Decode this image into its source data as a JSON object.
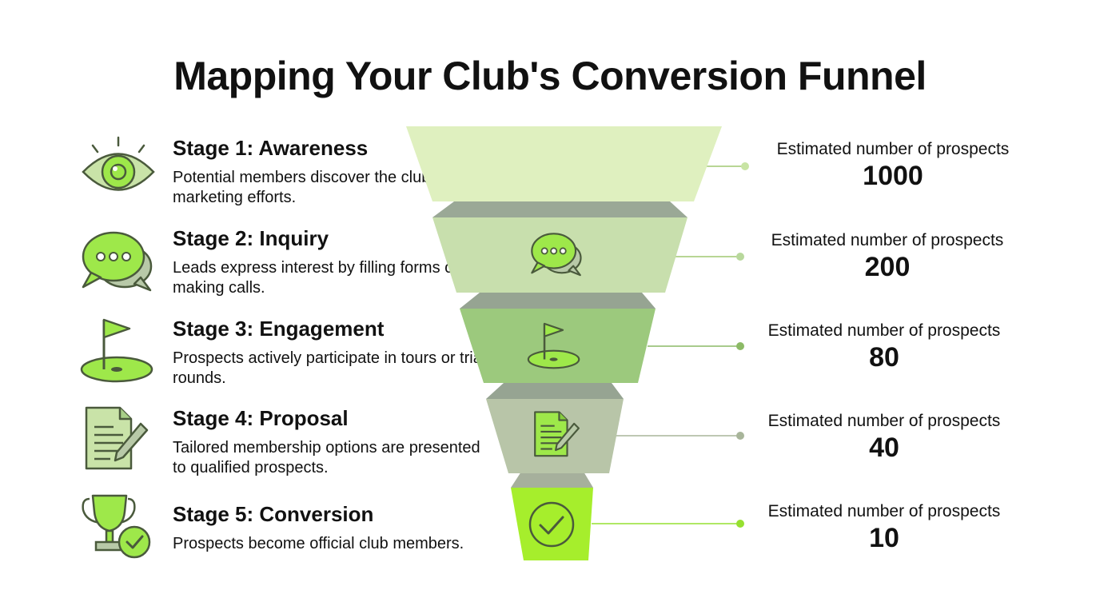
{
  "title": "Mapping Your Club's Conversion Funnel",
  "colors": {
    "stage1": "#dff0bf",
    "stage2": "#c8dfad",
    "stage3": "#9cc97d",
    "stage4": "#b8c5a8",
    "stage5": "#a6ee2c",
    "connector": "#a0c870",
    "icon_stroke": "#4a5a3c",
    "icon_accent": "#9ee84a"
  },
  "stages": [
    {
      "title": "Stage 1: Awareness",
      "description": "Potential members discover the club through marketing efforts.",
      "icon": "eye-icon",
      "metric_label": "Estimated number of prospects",
      "metric_value": "1000"
    },
    {
      "title": "Stage 2: Inquiry",
      "description": "Leads express interest by filling forms or making calls.",
      "icon": "chat-bubbles-icon",
      "metric_label": "Estimated number of prospects",
      "metric_value": "200"
    },
    {
      "title": "Stage 3: Engagement",
      "description": "Prospects actively participate in tours or trial rounds.",
      "icon": "golf-flag-icon",
      "metric_label": "Estimated number of prospects",
      "metric_value": "80"
    },
    {
      "title": "Stage 4: Proposal",
      "description": "Tailored membership options are presented to qualified prospects.",
      "icon": "document-pen-icon",
      "metric_label": "Estimated number of prospects",
      "metric_value": "40"
    },
    {
      "title": "Stage 5: Conversion",
      "description": "Prospects become official club members.",
      "icon": "trophy-check-icon",
      "metric_label": "Estimated number of prospects",
      "metric_value": "10"
    }
  ]
}
